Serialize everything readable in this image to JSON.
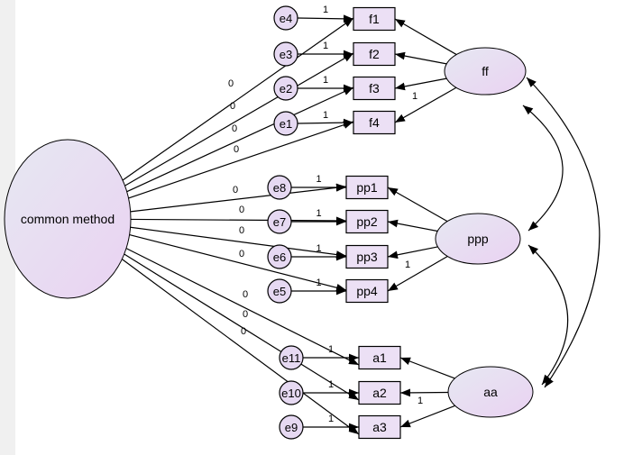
{
  "diagram": {
    "latent_method": {
      "label": "common method"
    },
    "factors": [
      {
        "id": "ff",
        "label": "ff"
      },
      {
        "id": "ppp",
        "label": "ppp"
      },
      {
        "id": "aa",
        "label": "aa"
      }
    ],
    "indicators": [
      {
        "id": "f1",
        "label": "f1"
      },
      {
        "id": "f2",
        "label": "f2"
      },
      {
        "id": "f3",
        "label": "f3"
      },
      {
        "id": "f4",
        "label": "f4"
      },
      {
        "id": "pp1",
        "label": "pp1"
      },
      {
        "id": "pp2",
        "label": "pp2"
      },
      {
        "id": "pp3",
        "label": "pp3"
      },
      {
        "id": "pp4",
        "label": "pp4"
      },
      {
        "id": "a1",
        "label": "a1"
      },
      {
        "id": "a2",
        "label": "a2"
      },
      {
        "id": "a3",
        "label": "a3"
      }
    ],
    "errors": [
      {
        "id": "e4",
        "label": "e4"
      },
      {
        "id": "e3",
        "label": "e3"
      },
      {
        "id": "e2",
        "label": "e2"
      },
      {
        "id": "e1",
        "label": "e1"
      },
      {
        "id": "e8",
        "label": "e8"
      },
      {
        "id": "e7",
        "label": "e7"
      },
      {
        "id": "e6",
        "label": "e6"
      },
      {
        "id": "e5",
        "label": "e5"
      },
      {
        "id": "e11",
        "label": "e11"
      },
      {
        "id": "e10",
        "label": "e10"
      },
      {
        "id": "e9",
        "label": "e9"
      }
    ],
    "error_coefficients": [
      "1",
      "1",
      "1",
      "1",
      "1",
      "1",
      "1",
      "1",
      "1",
      "1",
      "1"
    ],
    "method_coefficients": [
      "0",
      "0",
      "0",
      "0",
      "0",
      "0",
      "0",
      "0",
      "0",
      "0",
      "0"
    ],
    "factor_fixed_coefficients": [
      "1",
      "1",
      "1"
    ],
    "colors": {
      "ellipse_fill_start": "#e7e7f3",
      "ellipse_fill_end": "#e9d6f3",
      "box_fill": "#ece0f5",
      "stroke": "#000000"
    }
  }
}
